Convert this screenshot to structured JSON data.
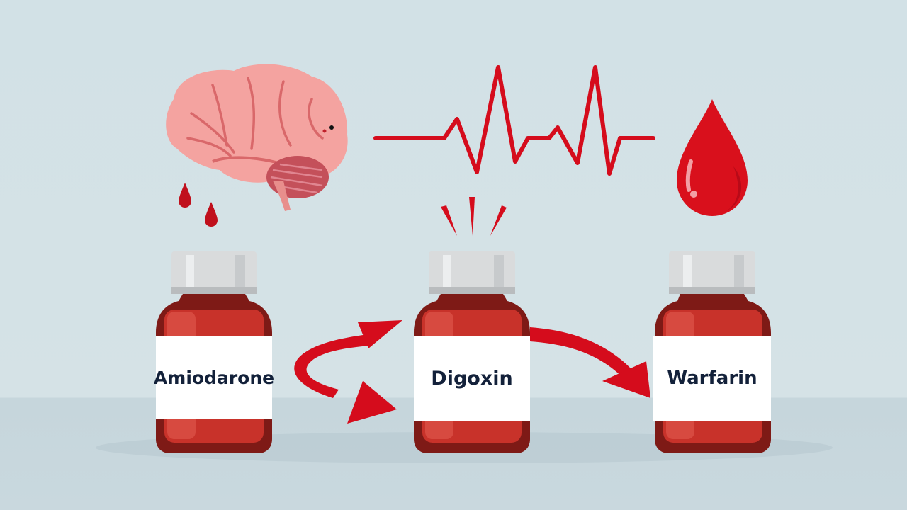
{
  "illustration": {
    "bottles": [
      {
        "label": "Amiodarone"
      },
      {
        "label": "Digoxin"
      },
      {
        "label": "Warfarin"
      }
    ],
    "icons": [
      "brain-icon",
      "blood-drops-icon",
      "ecg-heartbeat-icon",
      "alert-burst-icon",
      "blood-drop-icon",
      "interaction-arrow-icon"
    ],
    "colors": {
      "background": "#d3e1e6",
      "accent_red": "#d50c1c",
      "bottle_red": "#c8322a",
      "bottle_dark": "#7e1a16",
      "cap": "#d9dbdc",
      "label_text": "#13213a",
      "brain_pink": "#f4a3a0"
    }
  }
}
